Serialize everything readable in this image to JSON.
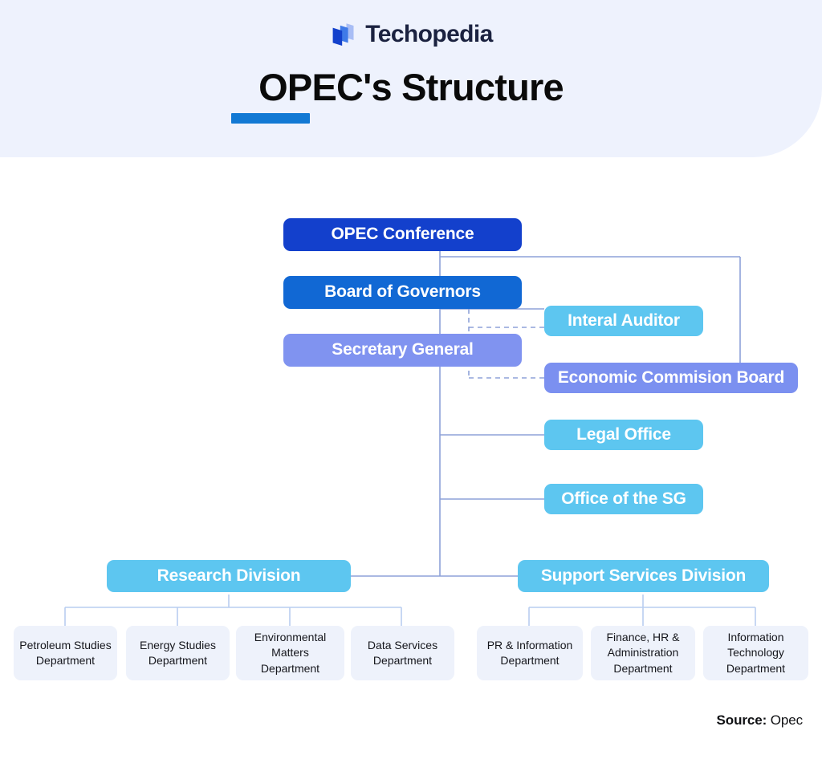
{
  "header": {
    "brand_name": "Techopedia",
    "logo_icon": "techopedia-stacked-panels-logo",
    "title": "OPEC's Structure"
  },
  "colors": {
    "header_band": "#eef2fd",
    "title_rule": "#1279d4",
    "conference": "#1340cc",
    "board": "#1168d4",
    "secretary_general": "#8093f0",
    "periwinkle": "#7b90f0",
    "sky": "#5dc6f0",
    "department": "#eef2fb",
    "connector": "#8ea2d8",
    "connector_light": "#b9cdf0"
  },
  "chart_data": {
    "type": "diagram",
    "title": "OPEC's Structure",
    "nodes": [
      {
        "id": "conference",
        "label": "OPEC Conference",
        "level": 1,
        "style": "conference"
      },
      {
        "id": "board",
        "label": "Board of Governors",
        "level": 2,
        "style": "board"
      },
      {
        "id": "secgen",
        "label": "Secretary General",
        "level": 3,
        "style": "secretary_general"
      },
      {
        "id": "auditor",
        "label": "Interal Auditor",
        "level": 3,
        "style": "sky"
      },
      {
        "id": "economic",
        "label": "Economic Commision Board",
        "level": 3,
        "style": "periwinkle"
      },
      {
        "id": "legal",
        "label": "Legal Office",
        "level": 4,
        "style": "sky"
      },
      {
        "id": "officesg",
        "label": "Office of the SG",
        "level": 4,
        "style": "sky"
      },
      {
        "id": "research",
        "label": "Research Division",
        "level": 5,
        "style": "sky"
      },
      {
        "id": "support",
        "label": "Support Services Division",
        "level": 5,
        "style": "sky"
      },
      {
        "id": "petroleum",
        "label": "Petroleum Studies Department",
        "level": 6,
        "style": "department"
      },
      {
        "id": "energy",
        "label": "Energy Studies Department",
        "level": 6,
        "style": "department"
      },
      {
        "id": "environment",
        "label": "Environmental Matters Department",
        "level": 6,
        "style": "department"
      },
      {
        "id": "dataservices",
        "label": "Data Services Department",
        "level": 6,
        "style": "department"
      },
      {
        "id": "pr",
        "label": "PR & Information Department",
        "level": 6,
        "style": "department"
      },
      {
        "id": "finance",
        "label": "Finance, HR & Administration Department",
        "level": 6,
        "style": "department"
      },
      {
        "id": "it",
        "label": "Information Technology Department",
        "level": 6,
        "style": "department"
      }
    ],
    "edges": [
      {
        "from": "conference",
        "to": "board",
        "style": "solid"
      },
      {
        "from": "conference",
        "to": "economic",
        "style": "solid"
      },
      {
        "from": "board",
        "to": "secgen",
        "style": "solid"
      },
      {
        "from": "board",
        "to": "auditor",
        "style": "solid"
      },
      {
        "from": "secgen",
        "to": "auditor",
        "style": "dashed"
      },
      {
        "from": "secgen",
        "to": "economic",
        "style": "dashed"
      },
      {
        "from": "secgen",
        "to": "legal",
        "style": "solid"
      },
      {
        "from": "secgen",
        "to": "officesg",
        "style": "solid"
      },
      {
        "from": "secgen",
        "to": "research",
        "style": "solid"
      },
      {
        "from": "secgen",
        "to": "support",
        "style": "solid"
      },
      {
        "from": "research",
        "to": "petroleum",
        "style": "solid"
      },
      {
        "from": "research",
        "to": "energy",
        "style": "solid"
      },
      {
        "from": "research",
        "to": "environment",
        "style": "solid"
      },
      {
        "from": "research",
        "to": "dataservices",
        "style": "solid"
      },
      {
        "from": "support",
        "to": "pr",
        "style": "solid"
      },
      {
        "from": "support",
        "to": "finance",
        "style": "solid"
      },
      {
        "from": "support",
        "to": "it",
        "style": "solid"
      }
    ]
  },
  "nodes": {
    "conference": "OPEC Conference",
    "board": "Board of Governors",
    "secgen": "Secretary General",
    "auditor": "Interal Auditor",
    "economic": "Economic Commision Board",
    "legal": "Legal Office",
    "officesg": "Office of the SG",
    "research": "Research Division",
    "support": "Support Services Division"
  },
  "departments": {
    "petroleum": "Petroleum Studies Department",
    "energy": "Energy Studies Department",
    "environment": "Environmental Matters Department",
    "dataservices": "Data Services Department",
    "pr": "PR & Information Department",
    "finance": "Finance, HR & Administration Department",
    "it": "Information Technology Department"
  },
  "footer": {
    "source_label": "Source:",
    "source_value": "Opec"
  }
}
